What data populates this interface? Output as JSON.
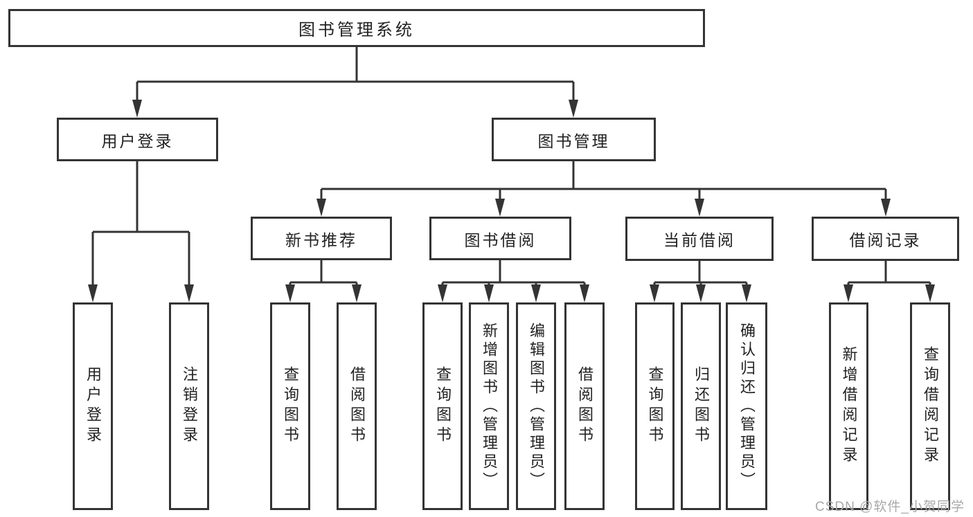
{
  "diagram": {
    "title": "图书管理系统",
    "colors": {
      "line": "#343434",
      "text": "#222222",
      "watermark": "#a9a9a9",
      "background": "#ffffff"
    },
    "tree": {
      "root": {
        "label": "图书管理系统"
      },
      "branches": [
        {
          "label": "用户登录",
          "children": [
            {
              "label": "用户登录"
            },
            {
              "label": "注销登录"
            }
          ]
        },
        {
          "label": "图书管理",
          "children": [
            {
              "label": "新书推荐",
              "children": [
                {
                  "label": "查询图书"
                },
                {
                  "label": "借阅图书"
                }
              ]
            },
            {
              "label": "图书借阅",
              "children": [
                {
                  "label": "查询图书"
                },
                {
                  "label": "新增图书（管理员）"
                },
                {
                  "label": "编辑图书（管理员）"
                },
                {
                  "label": "借阅图书"
                }
              ]
            },
            {
              "label": "当前借阅",
              "children": [
                {
                  "label": "查询图书"
                },
                {
                  "label": "归还图书"
                },
                {
                  "label": "确认归还（管理员）"
                }
              ]
            },
            {
              "label": "借阅记录",
              "children": [
                {
                  "label": "新增借阅记录"
                },
                {
                  "label": "查询借阅记录"
                }
              ]
            }
          ]
        }
      ]
    },
    "watermark": "CSDN @软件_小贺同学"
  }
}
